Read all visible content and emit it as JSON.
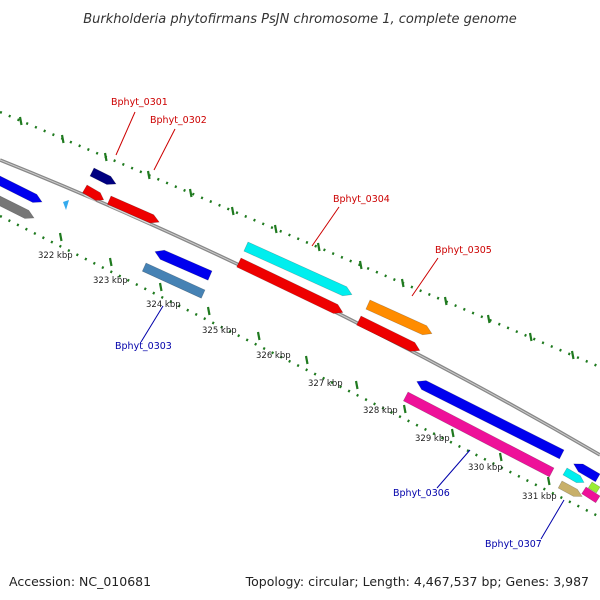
{
  "title": "Burkholderia phytofirmans PsJN chromosome 1, complete genome",
  "footer": {
    "accession": "Accession: NC_010681",
    "summary": "Topology: circular; Length: 4,467,537 bp; Genes: 3,987"
  },
  "kbp_labels": [
    "322 kbp",
    "323 kbp",
    "324 kbp",
    "325 kbp",
    "326 kbp",
    "327 kbp",
    "328 kbp",
    "329 kbp",
    "330 kbp",
    "331 kbp"
  ],
  "gene_labels": [
    {
      "text": "Bphyt_0301",
      "color": "#cc0000"
    },
    {
      "text": "Bphyt_0302",
      "color": "#cc0000"
    },
    {
      "text": "Bphyt_0303",
      "color": "#0000aa"
    },
    {
      "text": "Bphyt_0304",
      "color": "#cc0000"
    },
    {
      "text": "Bphyt_0305",
      "color": "#cc0000"
    },
    {
      "text": "Bphyt_0306",
      "color": "#0000aa"
    },
    {
      "text": "Bphyt_0307",
      "color": "#0000aa"
    }
  ],
  "colors": {
    "backbone": "#888888",
    "tick": "#1f7a1f",
    "forward_red": "#ee0000",
    "blue": "#0000ee",
    "navy": "#000080",
    "cyan": "#00eeee",
    "orange": "#ff8c00",
    "magenta": "#ee1199",
    "gray": "#777777",
    "steel": "#4682b4",
    "khaki": "#c8b06a",
    "lime": "#99ee33"
  }
}
